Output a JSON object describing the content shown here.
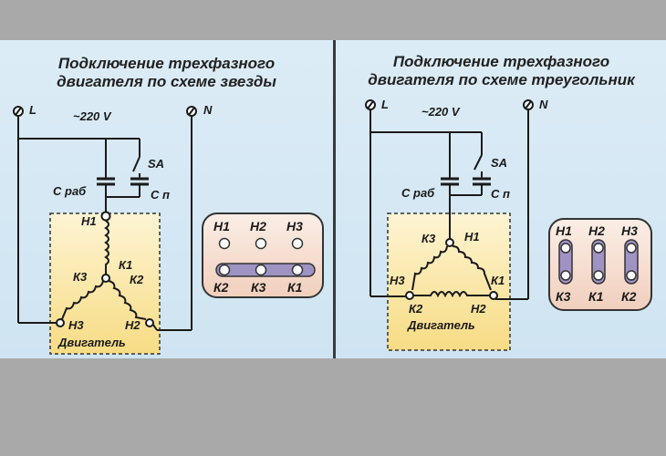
{
  "left": {
    "title_line1": "Подключение трехфазного",
    "title_line2": "двигателя по схеме  звезды",
    "terminal_l": "L",
    "terminal_n": "N",
    "voltage": "~220 V",
    "switch": "SA",
    "cap_work": "С раб",
    "cap_start": "С п",
    "h1": "Н1",
    "k1": "К1",
    "k2": "К2",
    "k3": "К3",
    "h3": "Н3",
    "h2": "Н2",
    "motor": "Двигатель",
    "box_top": [
      "Н1",
      "Н2",
      "Н3"
    ],
    "box_bottom": [
      "К2",
      "К3",
      "К1"
    ]
  },
  "right": {
    "title_line1": "Подключение трехфазного",
    "title_line2": "двигателя по схеме  треугольник",
    "terminal_l": "L",
    "terminal_n": "N",
    "voltage": "~220 V",
    "switch": "SA",
    "cap_work": "С раб",
    "cap_start": "С п",
    "k3": "К3",
    "h1": "Н1",
    "h3": "Н3",
    "k1": "К1",
    "k2": "К2",
    "h2": "Н2",
    "motor": "Двигатель",
    "box_top": [
      "Н1",
      "Н2",
      "Н3"
    ],
    "box_bottom": [
      "К3",
      "К1",
      "К2"
    ]
  },
  "colors": {
    "panel": "#d6e8f4",
    "motor_fill": "#fbe9a8",
    "box_fill": "#f6ddd0",
    "link_fill": "#9f93c4",
    "wire": "#1a1a1a"
  }
}
